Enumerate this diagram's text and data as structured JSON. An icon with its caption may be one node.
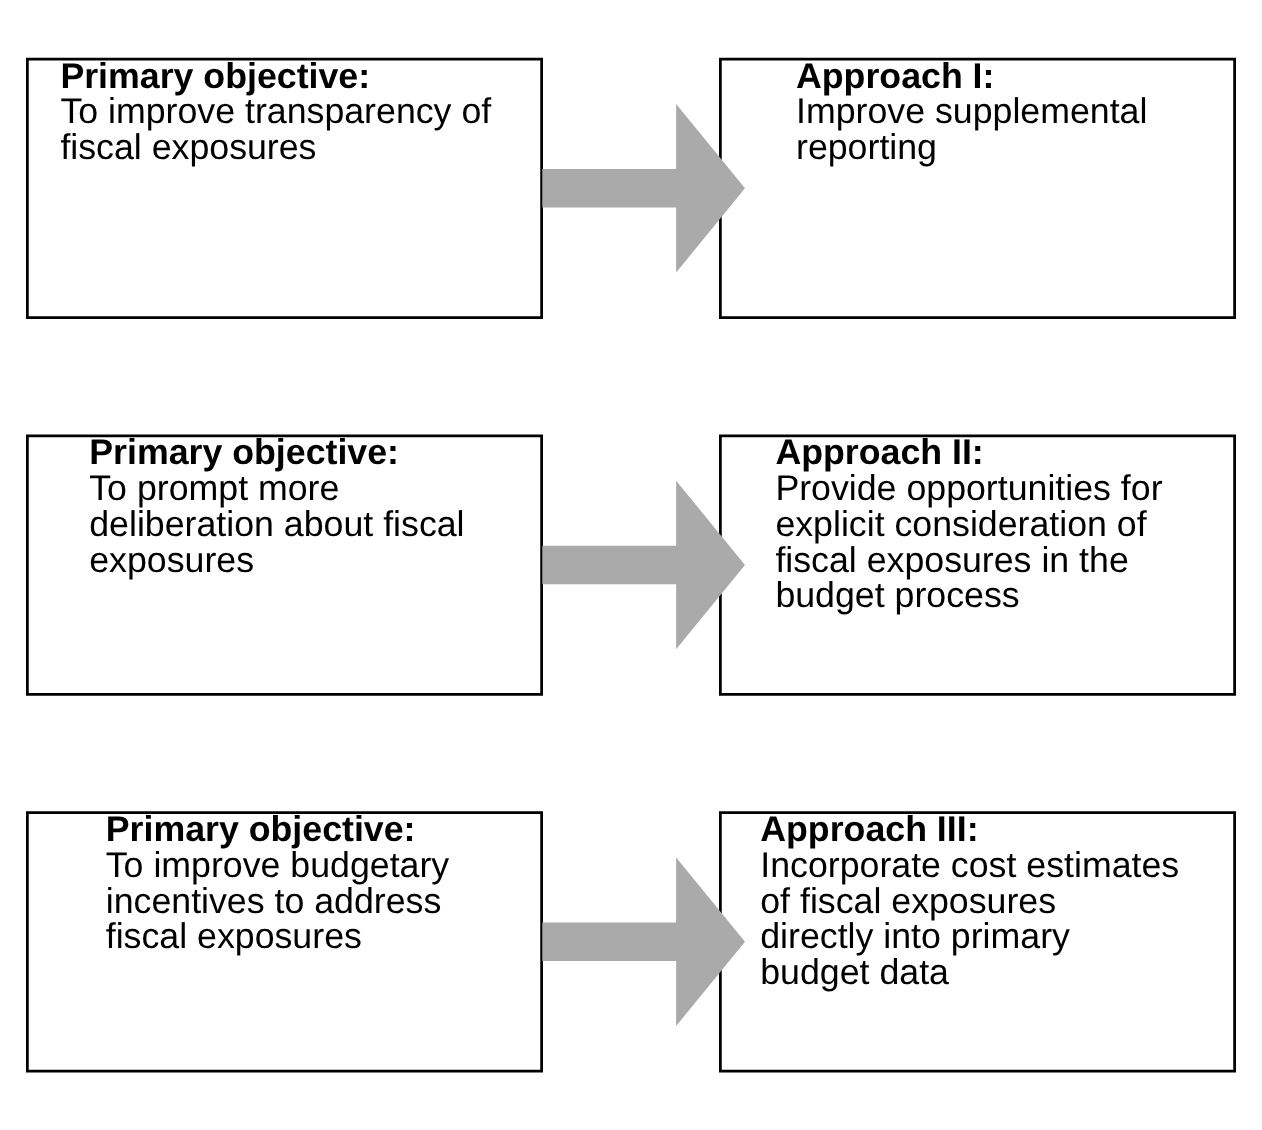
{
  "diagram": {
    "nodes": [
      {
        "text": [
          "Primary objective:",
          "To improve transparency of fiscal exposures"
        ]
      },
      {
        "text": [
          "Approach I:",
          "Improve supplemental reporting"
        ]
      },
      {
        "text": [
          "Primary objective:",
          "To prompt more deliberation about fiscal exposures"
        ]
      },
      {
        "text": [
          "Approach II:",
          "Provide opportunities for explicit consideration of fiscal exposures in the budget process"
        ]
      },
      {
        "text": [
          "Primary objective:",
          "To improve budgetary incentives to address fiscal exposures"
        ]
      },
      {
        "text": [
          "Approach III:",
          "Incorporate cost estimates of fiscal exposures directly into primary budget data"
        ]
      }
    ],
    "edges": [
      {
        "from": 0,
        "to": 1,
        "arrow": "to"
      },
      {
        "from": 2,
        "to": 3,
        "arrow": "to"
      },
      {
        "from": 4,
        "to": 5,
        "arrow": "to"
      }
    ]
  }
}
